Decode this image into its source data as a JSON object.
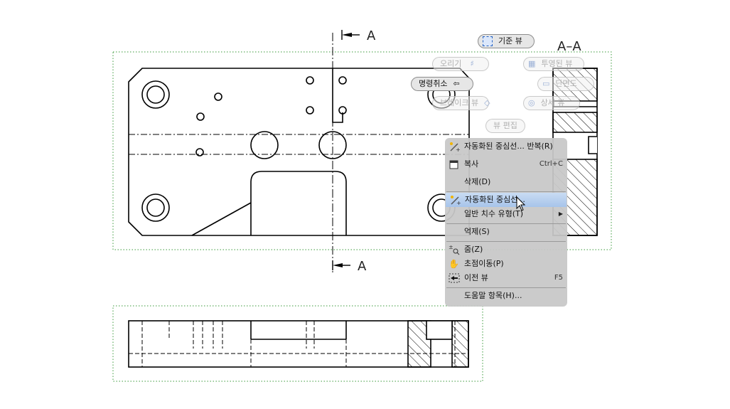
{
  "drawing": {
    "section_label_top": "A",
    "section_label_bottom": "A",
    "section_view_title": "A–A"
  },
  "marking_menu": {
    "base_view": "기준 뷰",
    "cut": "오리기",
    "projected_view": "투영된 뷰",
    "undo": "명령취소",
    "section": "단면도",
    "break_view": "브레이크 뷰",
    "detail_view": "상세 뷰",
    "edit_view": "뷰 편집"
  },
  "context_menu": {
    "items": [
      {
        "label": "자동화된 중심선... 반복(R)",
        "shortcut": "",
        "icon": "magic-wand-icon"
      },
      {
        "label": "복사",
        "shortcut": "Ctrl+C",
        "icon": "copy-icon"
      },
      {
        "label": "삭제(D)",
        "shortcut": "",
        "icon": ""
      },
      {
        "label": "자동화된 중심선...",
        "shortcut": "",
        "icon": "magic-wand-icon"
      },
      {
        "label": "일반 치수 유형(T)",
        "shortcut": "",
        "icon": ""
      },
      {
        "label": "억제(S)",
        "shortcut": "",
        "icon": ""
      },
      {
        "label": "줌(Z)",
        "shortcut": "",
        "icon": "zoom-icon"
      },
      {
        "label": "초점이동(P)",
        "shortcut": "",
        "icon": "pan-hand-icon"
      },
      {
        "label": "이전 뷰",
        "shortcut": "F5",
        "icon": "previous-view-icon"
      },
      {
        "label": "도움말 항목(H)...",
        "shortcut": "",
        "icon": ""
      }
    ],
    "highlighted_item": "자동화된 중심선...",
    "submenu_arrow": "▶"
  }
}
